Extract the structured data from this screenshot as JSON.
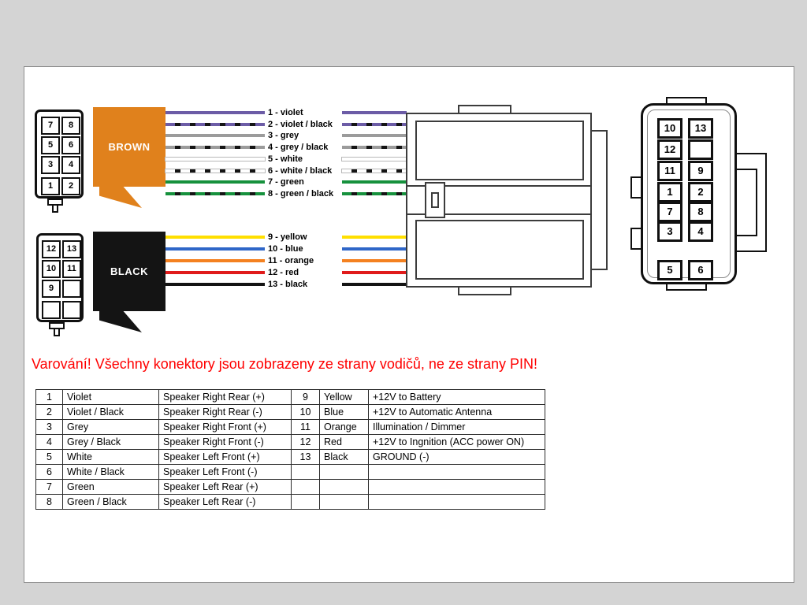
{
  "page": {
    "warning": "Varování! Všechny konektory jsou zobrazeny ze strany vodičů, ne ze strany PIN!"
  },
  "colors": {
    "brown_block": "#e0811c",
    "black_block": "#141414",
    "warning_red": "#ff0000"
  },
  "blocks": {
    "brown": "BROWN",
    "black": "BLACK"
  },
  "front_top_pins": [
    [
      "7",
      "8"
    ],
    [
      "5",
      "6"
    ],
    [
      "3",
      "4"
    ],
    [
      "1",
      "2"
    ]
  ],
  "front_bottom_pins": [
    [
      "12",
      "13"
    ],
    [
      "10",
      "11"
    ],
    [
      "9",
      ""
    ],
    [
      "",
      ""
    ]
  ],
  "rear_pins": [
    [
      "10",
      "13"
    ],
    [
      "12",
      ""
    ],
    [
      "11",
      "9"
    ],
    [
      "1",
      "2"
    ],
    [
      "7",
      "8"
    ],
    [
      "3",
      "4"
    ],
    [
      "5",
      "6"
    ]
  ],
  "brown_wires": [
    {
      "label": "1 - violet",
      "color": "#6c5ca6",
      "stripe": ""
    },
    {
      "label": "2 - violet / black",
      "color": "#6c5ca6",
      "stripe": "#141414"
    },
    {
      "label": "3 - grey",
      "color": "#9b9b9b",
      "stripe": ""
    },
    {
      "label": "4 - grey / black",
      "color": "#9b9b9b",
      "stripe": "#141414"
    },
    {
      "label": "5 - white",
      "color": "#ffffff",
      "stripe": ""
    },
    {
      "label": "6 - white / black",
      "color": "#ffffff",
      "stripe": "#141414"
    },
    {
      "label": "7 - green",
      "color": "#16913d",
      "stripe": ""
    },
    {
      "label": "8 - green / black",
      "color": "#16913d",
      "stripe": "#141414"
    }
  ],
  "black_wires": [
    {
      "label": "9 - yellow",
      "color": "#ffdf00",
      "stripe": ""
    },
    {
      "label": "10 - blue",
      "color": "#2f66c8",
      "stripe": ""
    },
    {
      "label": "11 - orange",
      "color": "#f48120",
      "stripe": ""
    },
    {
      "label": "12 - red",
      "color": "#e01b1b",
      "stripe": ""
    },
    {
      "label": "13 - black",
      "color": "#141414",
      "stripe": ""
    }
  ],
  "table_rows": [
    {
      "pin": "1",
      "color": "Violet",
      "func": "Speaker Right Rear (+)",
      "pin2": "9",
      "color2": "Yellow",
      "func2": "+12V to Battery"
    },
    {
      "pin": "2",
      "color": "Violet / Black",
      "func": "Speaker Right Rear (-)",
      "pin2": "10",
      "color2": "Blue",
      "func2": "+12V to Automatic Antenna"
    },
    {
      "pin": "3",
      "color": "Grey",
      "func": "Speaker Right Front (+)",
      "pin2": "11",
      "color2": "Orange",
      "func2": "Illumination / Dimmer"
    },
    {
      "pin": "4",
      "color": "Grey / Black",
      "func": "Speaker Right Front (-)",
      "pin2": "12",
      "color2": "Red",
      "func2": "+12V to Ingnition (ACC power ON)"
    },
    {
      "pin": "5",
      "color": "White",
      "func": "Speaker Left Front (+)",
      "pin2": "13",
      "color2": "Black",
      "func2": "GROUND (-)"
    },
    {
      "pin": "6",
      "color": "White / Black",
      "func": "Speaker Left Front (-)",
      "pin2": "",
      "color2": "",
      "func2": ""
    },
    {
      "pin": "7",
      "color": "Green",
      "func": "Speaker Left Rear (+)",
      "pin2": "",
      "color2": "",
      "func2": ""
    },
    {
      "pin": "8",
      "color": "Green / Black",
      "func": "Speaker Left Rear (-)",
      "pin2": "",
      "color2": "",
      "func2": ""
    }
  ]
}
